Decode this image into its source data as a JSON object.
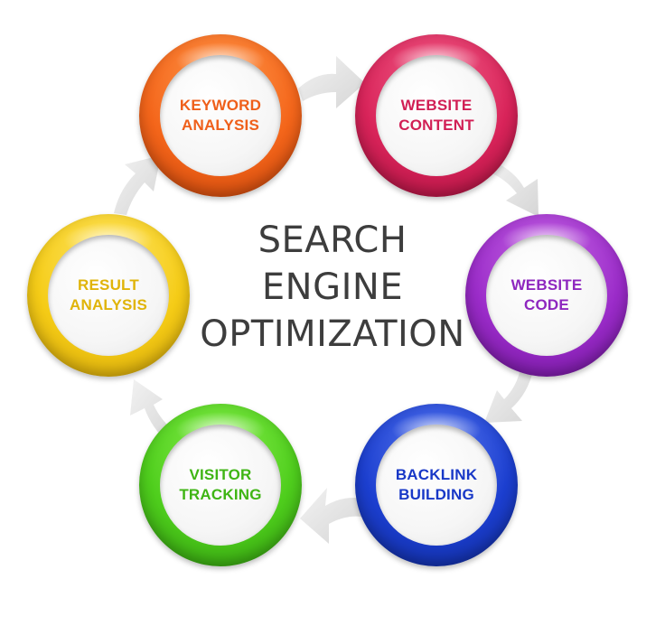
{
  "title_lines": [
    "SEARCH",
    "ENGINE",
    "OPTIMIZATION"
  ],
  "nodes": [
    {
      "lines": [
        "KEYWORD",
        "ANALYSIS"
      ],
      "color": "#f4661b"
    },
    {
      "lines": [
        "WEBSITE",
        "CONTENT"
      ],
      "color": "#d9245a"
    },
    {
      "lines": [
        "WEBSITE",
        "CODE"
      ],
      "color": "#9b2cc9"
    },
    {
      "lines": [
        "BACKLINK",
        "BUILDING"
      ],
      "color": "#1c3fd0"
    },
    {
      "lines": [
        "VISITOR",
        "TRACKING"
      ],
      "color": "#4fce1d"
    },
    {
      "lines": [
        "RESULT",
        "ANALYSIS"
      ],
      "color": "#f5cc17"
    }
  ],
  "arrow_color": "#e4e4e4"
}
